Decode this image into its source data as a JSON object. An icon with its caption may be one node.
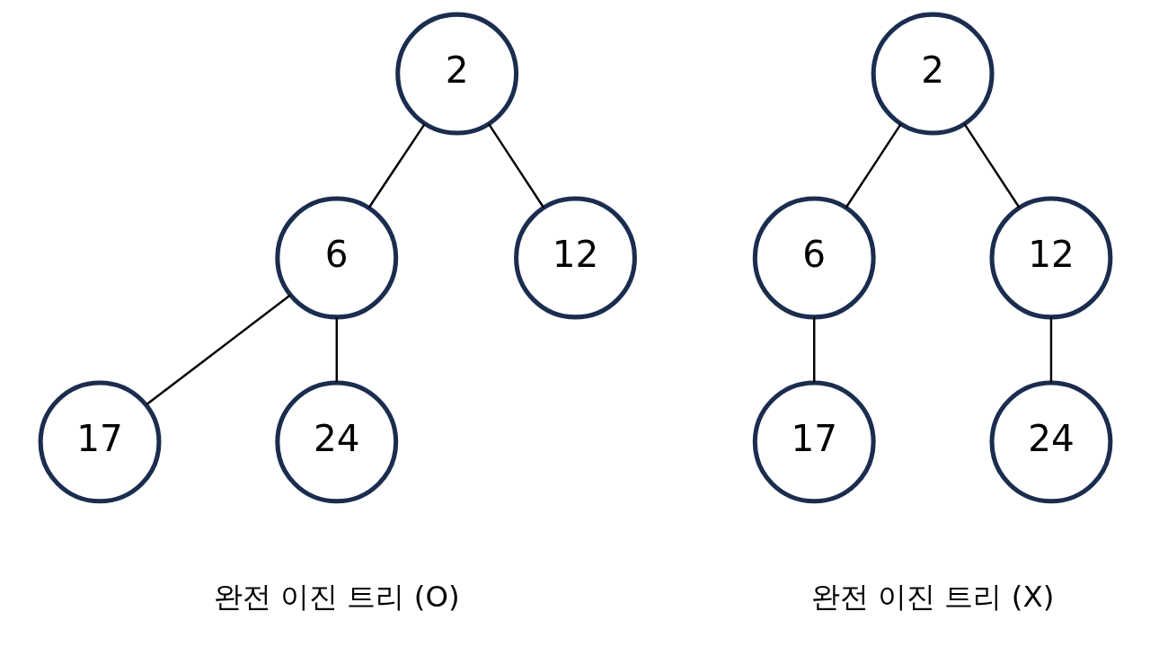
{
  "diagram": {
    "nodes": [
      {
        "text": [
          "2"
        ]
      },
      {
        "text": [
          "6"
        ]
      },
      {
        "text": [
          "12"
        ]
      },
      {
        "text": [
          "17"
        ]
      },
      {
        "text": [
          "24"
        ]
      },
      {
        "text": [
          "2"
        ]
      },
      {
        "text": [
          "6"
        ]
      },
      {
        "text": [
          "12"
        ]
      },
      {
        "text": [
          "17"
        ]
      },
      {
        "text": [
          "24"
        ]
      }
    ],
    "edges": [
      {
        "from": 0,
        "to": 1,
        "arrow": "none"
      },
      {
        "from": 0,
        "to": 2,
        "arrow": "none"
      },
      {
        "from": 1,
        "to": 3,
        "arrow": "none"
      },
      {
        "from": 1,
        "to": 4,
        "arrow": "none"
      },
      {
        "from": 5,
        "to": 6,
        "arrow": "none"
      },
      {
        "from": 5,
        "to": 7,
        "arrow": "none"
      },
      {
        "from": 6,
        "to": 8,
        "arrow": "none"
      },
      {
        "from": 7,
        "to": 9,
        "arrow": "none"
      }
    ],
    "labels": [
      "완전 이진 트리 (O)",
      "완전 이진 트리 (X)"
    ]
  }
}
